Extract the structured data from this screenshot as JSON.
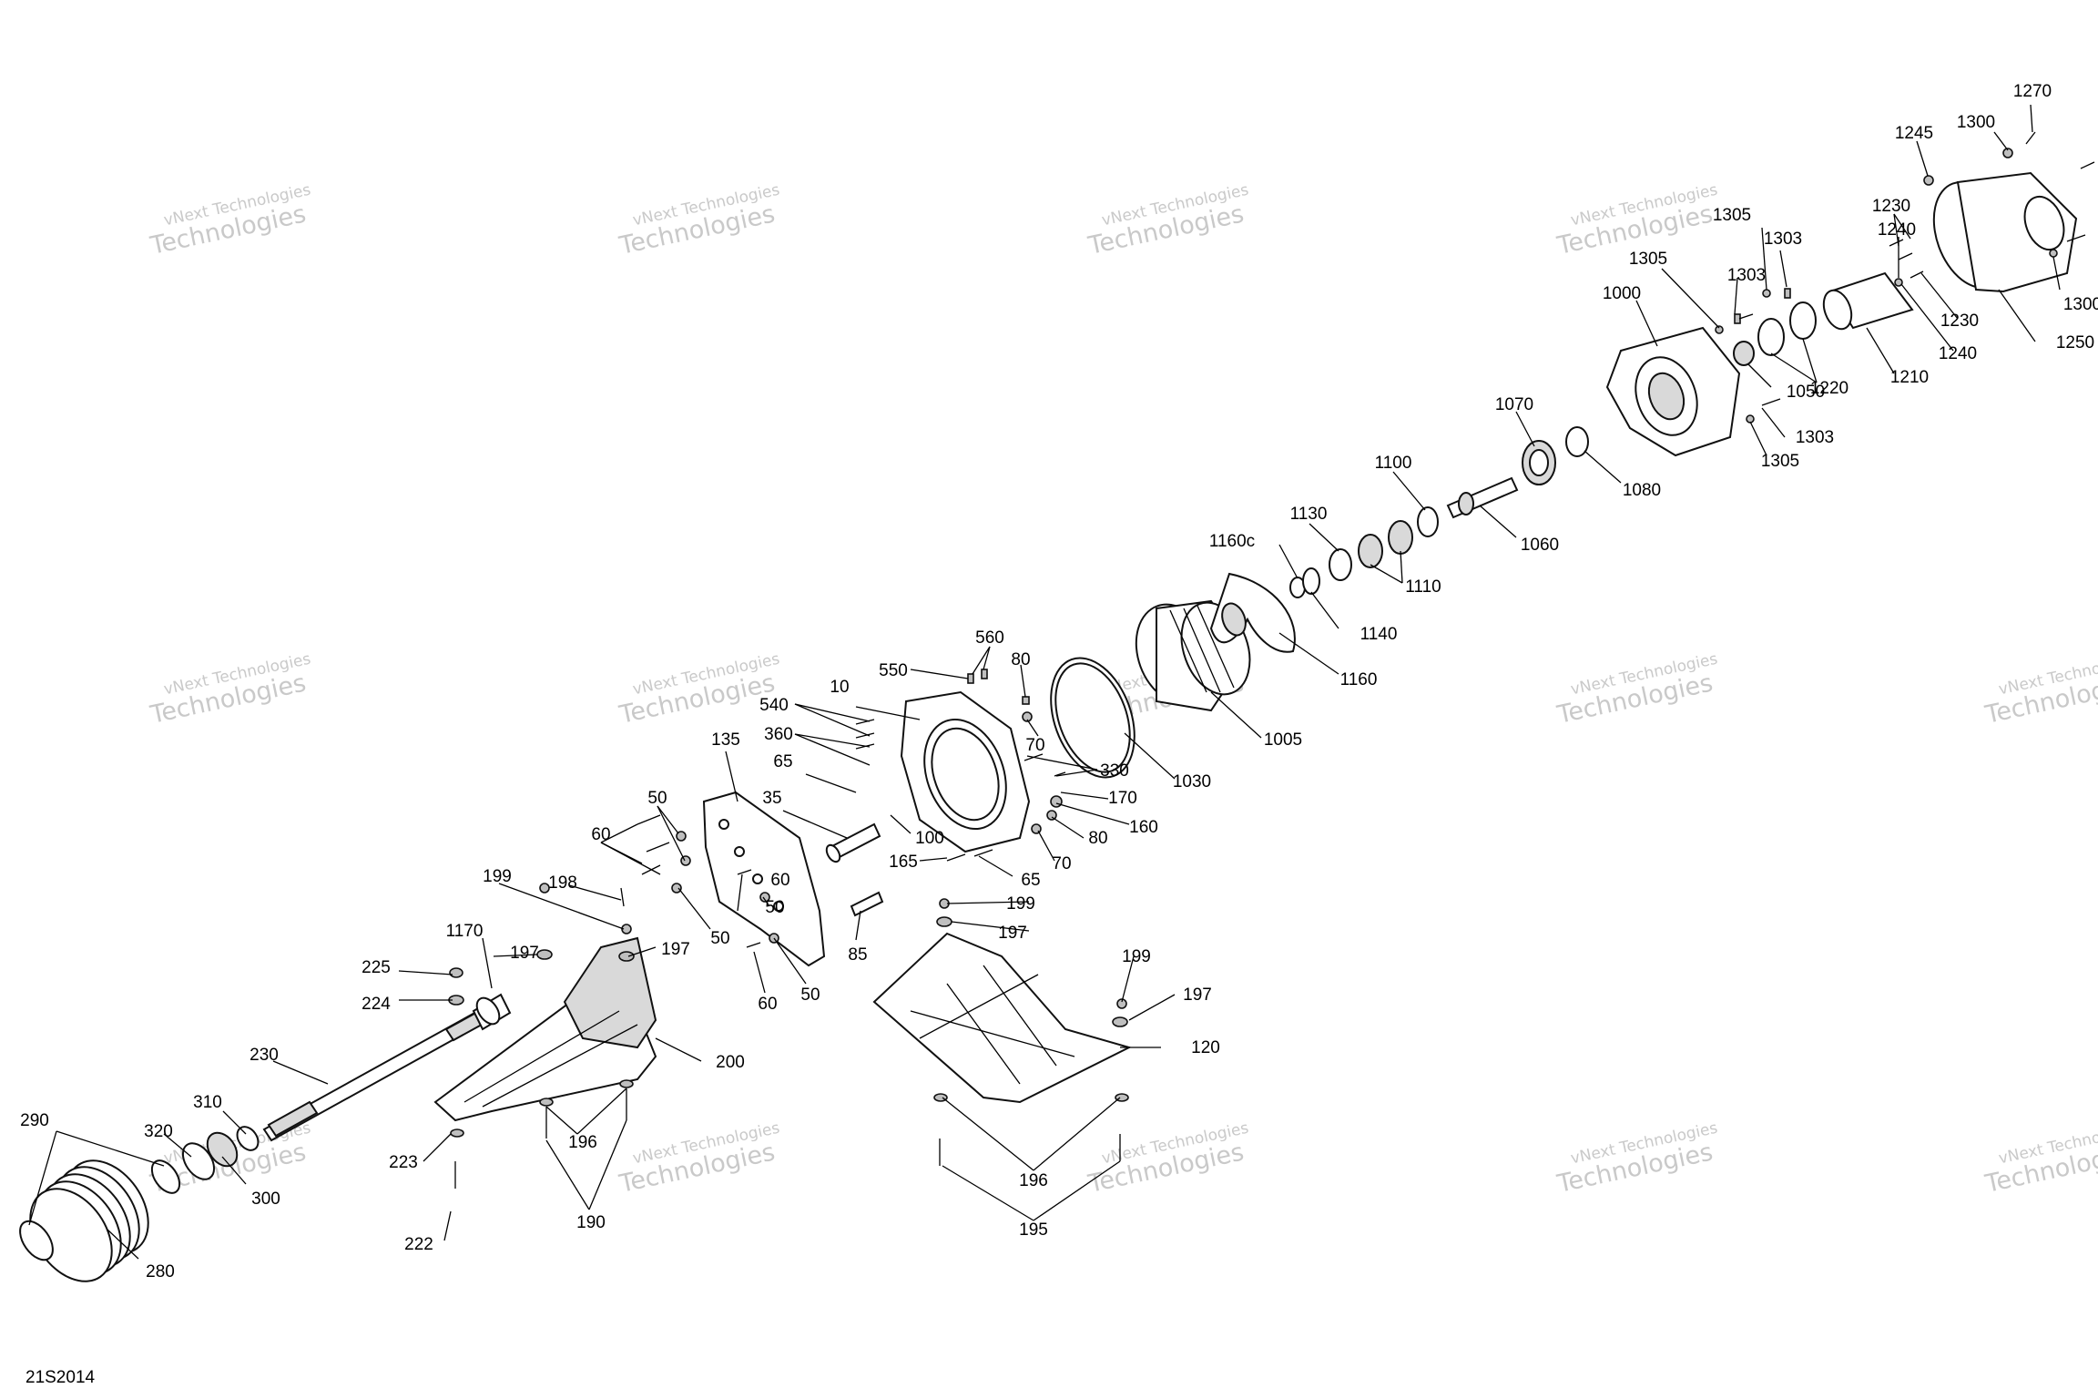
{
  "figure_id": "21S2014",
  "watermark": {
    "line1": "vNext Technologies",
    "line2": "Technologies"
  },
  "labels": [
    "10",
    "35",
    "50",
    "50",
    "50",
    "50",
    "60",
    "60",
    "60",
    "65",
    "65",
    "70",
    "70",
    "80",
    "80",
    "85",
    "100",
    "120",
    "135",
    "160",
    "165",
    "170",
    "190",
    "195",
    "196",
    "196",
    "197",
    "197",
    "197",
    "197",
    "198",
    "199",
    "199",
    "199",
    "200",
    "222",
    "223",
    "224",
    "225",
    "230",
    "280",
    "290",
    "300",
    "310",
    "320",
    "330",
    "360",
    "540",
    "550",
    "560",
    "1000",
    "1005",
    "1030",
    "1050",
    "1060",
    "1070",
    "1080",
    "1100",
    "1110",
    "1130",
    "1140",
    "1160",
    "1160c",
    "1170",
    "1210",
    "1220",
    "1230",
    "1230",
    "1240",
    "1240",
    "1245",
    "1250",
    "1270",
    "1300",
    "1300",
    "1303",
    "1303",
    "1303",
    "1305",
    "1305",
    "1305"
  ]
}
